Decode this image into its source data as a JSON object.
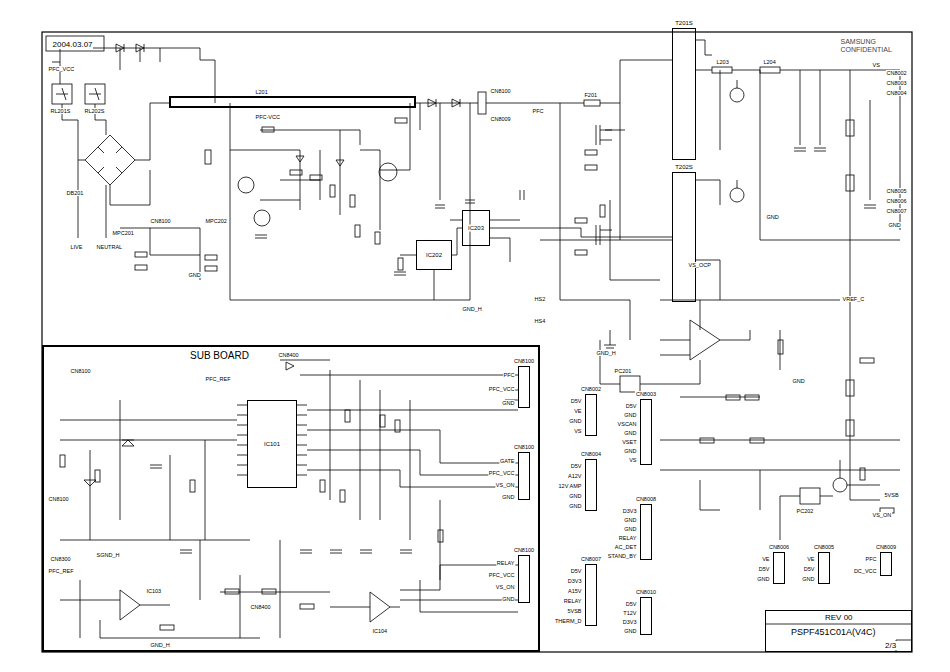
{
  "diagram": {
    "nodes": [
      {
        "text": [
          "SUB BOARD"
        ]
      },
      {
        "text": [
          "IC101"
        ],
        "in": 0
      },
      {
        "text": [
          "CN8100"
        ],
        "in": 0
      },
      {
        "text": [
          "CN8100"
        ],
        "in": 0
      },
      {
        "text": [
          "CN8100"
        ],
        "in": 0
      },
      {
        "text": [
          "T201S"
        ]
      },
      {
        "text": [
          "T202S"
        ]
      },
      {
        "text": [
          "IC202"
        ]
      },
      {
        "text": [
          "IC203"
        ]
      },
      {
        "text": [
          "CN8002"
        ]
      },
      {
        "text": [
          "CN8004"
        ]
      },
      {
        "text": [
          "CN8007"
        ]
      },
      {
        "text": [
          "CN8003"
        ]
      },
      {
        "text": [
          "CN8008"
        ]
      },
      {
        "text": [
          "CN8010"
        ]
      },
      {
        "text": [
          "CN8006"
        ]
      },
      {
        "text": [
          "CN8005"
        ]
      },
      {
        "text": [
          "CN8009"
        ]
      },
      {
        "text": [
          "REV 00",
          "PSPF451C01A(V4C)",
          "2/3"
        ]
      }
    ],
    "edges": [
      {
        "from": 7,
        "to": 8,
        "arrow": "none"
      },
      {
        "from": 8,
        "to": 6,
        "arrow": "none"
      }
    ],
    "labels": [
      "2004.03.07",
      "SAMSUNG CONFIDENTIAL",
      "PFC_VCC",
      "RL201S",
      "RL202S",
      "DB201",
      "LIVE",
      "NEUTRAL",
      "L201",
      "PFC-VCC",
      "MPC201",
      "CN8100",
      "MPC202",
      "GND",
      "CN8100",
      "CN8009",
      "PFC",
      "F201",
      "GND_H",
      "HS2",
      "HS4",
      "GND_H",
      "L203",
      "L204",
      "VS",
      "CN8002",
      "CN8003",
      "CN8004",
      "CN8005",
      "CN8006",
      "CN8007",
      "GND",
      "GND",
      "VS_OCP",
      "VREF_C",
      "PC201",
      "PC202",
      "5VSB",
      "VS_ON",
      "GND",
      "CN8400",
      "PFC_REF",
      "CN8100",
      "CN8100",
      "CN8300",
      "PFC_REF",
      "SGND_H",
      "IC103",
      "IC104",
      "GND_H",
      "CN8400",
      "PFC",
      "PFC_VCC",
      "GND",
      "GATE",
      "PFC_VCC",
      "VS_ON",
      "GND",
      "RELAY",
      "PFC_VCC",
      "VS_ON",
      "GND",
      "D5V",
      "VE",
      "GND",
      "VS",
      "D5V",
      "A12V",
      "12V AMP",
      "GND",
      "GND",
      "D5V",
      "D3V3",
      "A15V",
      "RELAY",
      "5VSB",
      "THERM_D",
      "D5V",
      "GND",
      "VSCAN",
      "GND",
      "VSET",
      "GND",
      "VS",
      "D3V3",
      "GND",
      "GND",
      "RELAY",
      "AC_DET",
      "STAND_BY",
      "D5V",
      "T12V",
      "D3V3",
      "GND",
      "VE",
      "D5V",
      "GND",
      "VE",
      "D5V",
      "GND",
      "PFC",
      "DC_VCC"
    ]
  }
}
